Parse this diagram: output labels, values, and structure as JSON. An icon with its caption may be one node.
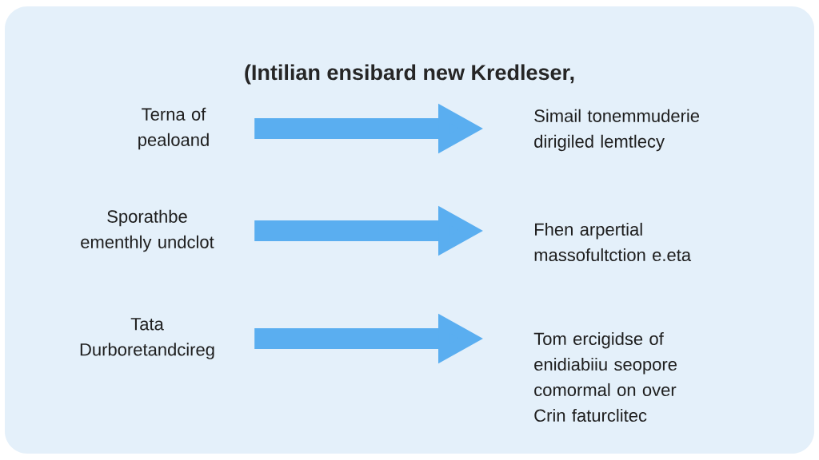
{
  "diagram": {
    "title": "(Intilian ensibard new Kredleser,",
    "nodes": [
      {
        "text": [
          "Terna of pealoand"
        ]
      },
      {
        "text": [
          "Sporathbe ementhly undclot"
        ]
      },
      {
        "text": [
          "Tata Durboretandcireg"
        ]
      },
      {
        "text": [
          "Simail tonemmuderie dirigiled lemtlecy"
        ]
      },
      {
        "text": [
          "Fhen arpertial massofultction e.eta"
        ]
      },
      {
        "text": [
          "Tom ercigidse of enidiabiiu seopore comormal on over Crin faturclitec"
        ]
      }
    ],
    "edges": [
      {
        "from": 0,
        "to": 3,
        "arrow": "to"
      },
      {
        "from": 1,
        "to": 4,
        "arrow": "to"
      },
      {
        "from": 2,
        "to": 5,
        "arrow": "to"
      }
    ]
  }
}
